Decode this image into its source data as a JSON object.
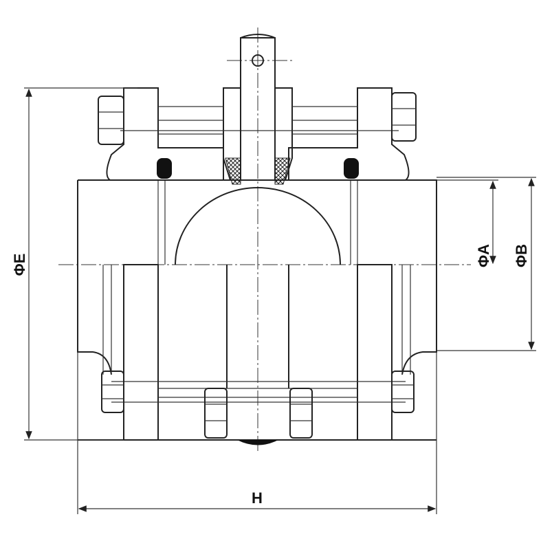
{
  "drawing": {
    "labels": {
      "diameter_e": "ΦE",
      "diameter_a": "ΦA",
      "diameter_b": "ΦB",
      "length_h": "H"
    }
  }
}
